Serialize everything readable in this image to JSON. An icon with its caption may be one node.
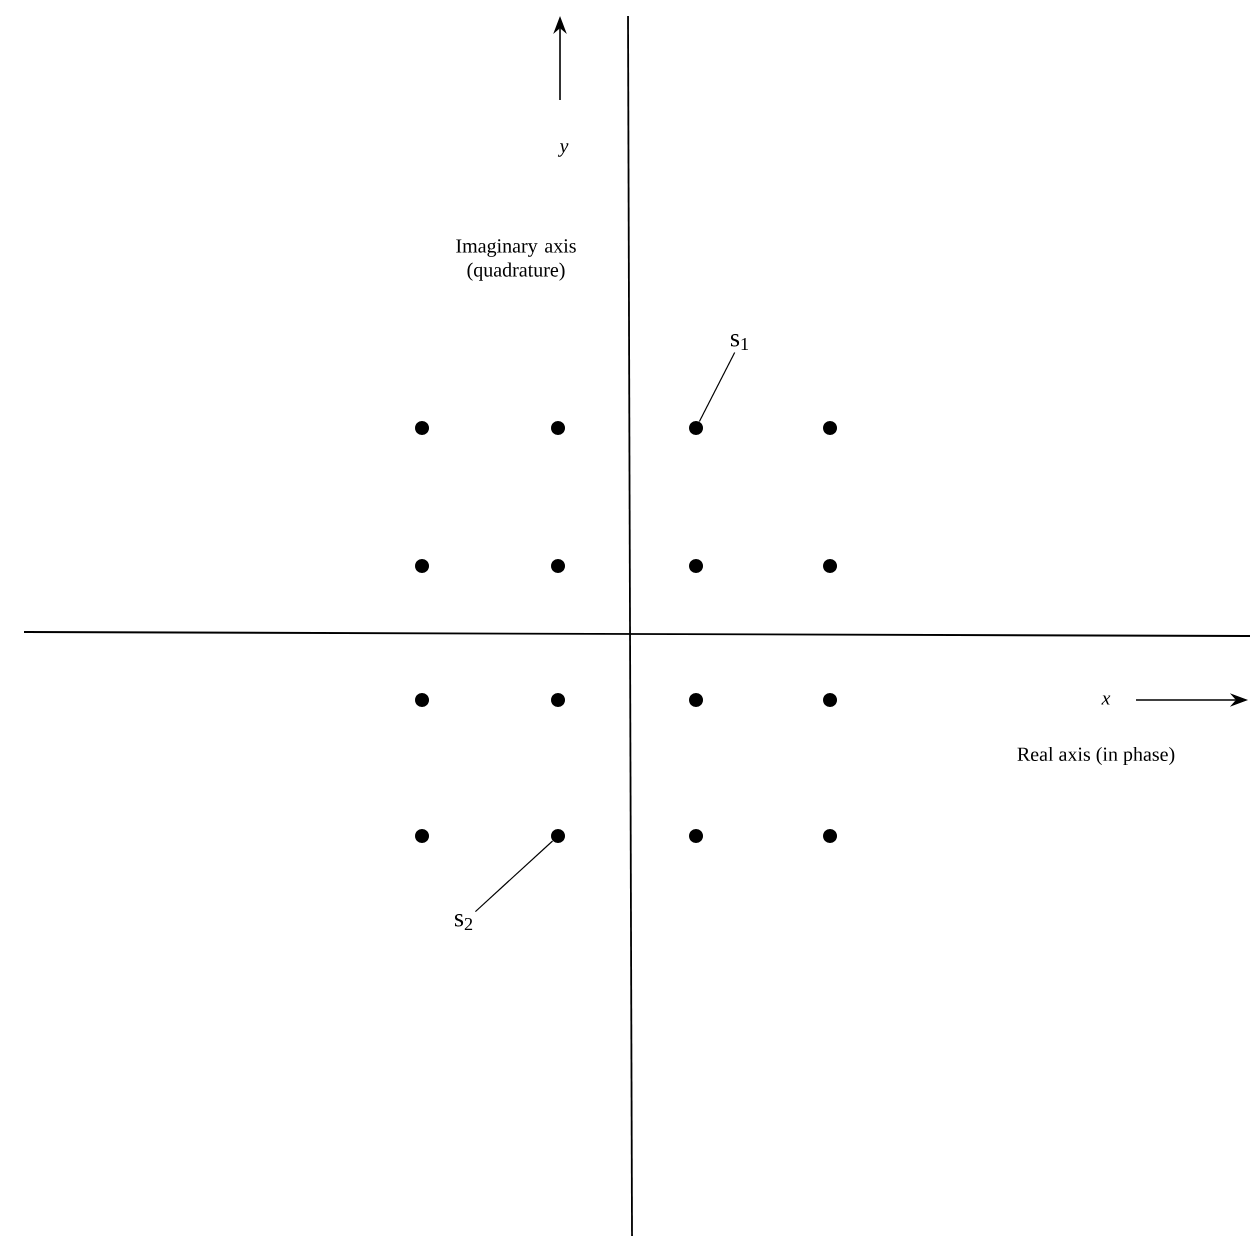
{
  "diagram": {
    "nodes": [
      {
        "text": [],
        "shape": "circle"
      },
      {
        "text": [],
        "shape": "circle"
      },
      {
        "text": [],
        "shape": "circle"
      },
      {
        "text": [],
        "shape": "circle"
      },
      {
        "text": [],
        "shape": "circle"
      },
      {
        "text": [],
        "shape": "circle"
      },
      {
        "text": [],
        "shape": "circle"
      },
      {
        "text": [],
        "shape": "circle"
      },
      {
        "text": [],
        "shape": "circle"
      },
      {
        "text": [],
        "shape": "circle"
      },
      {
        "text": [],
        "shape": "circle"
      },
      {
        "text": [],
        "shape": "circle"
      },
      {
        "text": [],
        "shape": "circle"
      },
      {
        "text": [],
        "shape": "circle"
      },
      {
        "text": [],
        "shape": "circle"
      },
      {
        "text": [],
        "shape": "circle"
      },
      {
        "text": [
          "s$_{1}$"
        ]
      },
      {
        "text": [
          "s$_{2}$"
        ]
      }
    ],
    "edges": [
      {
        "from": 16,
        "to": 2,
        "arrow": "none"
      },
      {
        "from": 17,
        "to": 13,
        "arrow": "none"
      }
    ],
    "labels": [
      "y",
      "Imaginary axis (quadrature)",
      "x",
      "Real axis (in phase)"
    ]
  }
}
